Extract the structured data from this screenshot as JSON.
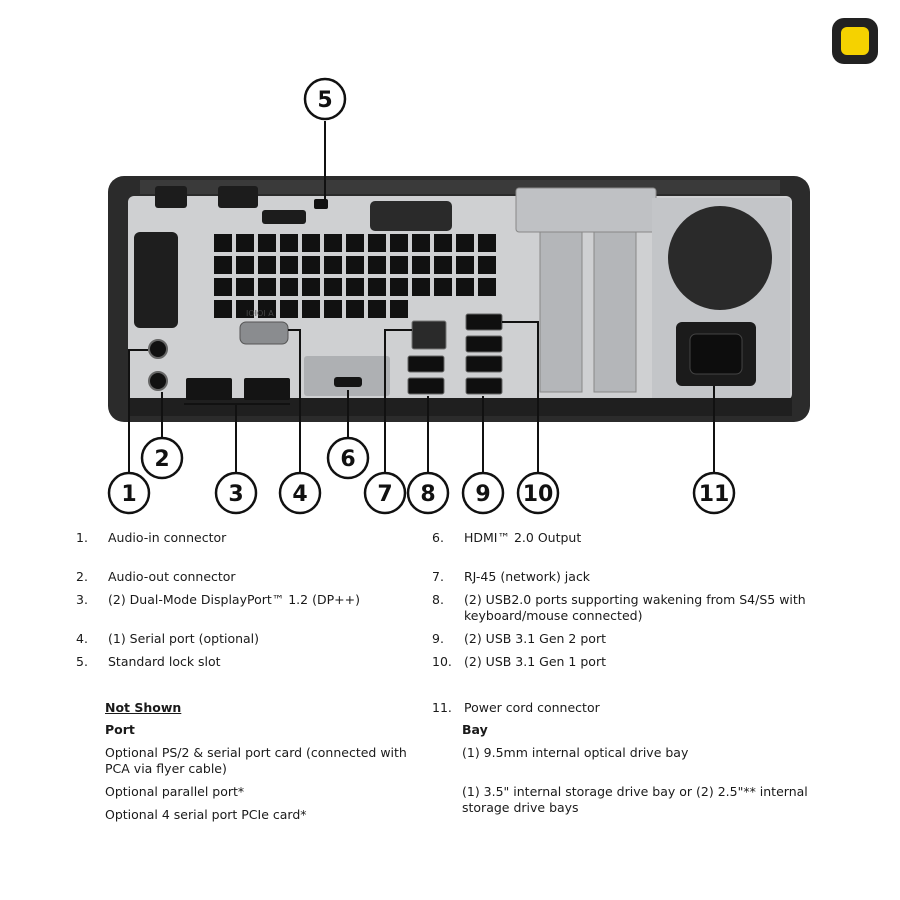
{
  "callouts": [
    {
      "id": "1",
      "label": "1"
    },
    {
      "id": "2",
      "label": "2"
    },
    {
      "id": "3",
      "label": "3"
    },
    {
      "id": "4",
      "label": "4"
    },
    {
      "id": "5",
      "label": "5"
    },
    {
      "id": "6",
      "label": "6"
    },
    {
      "id": "7",
      "label": "7"
    },
    {
      "id": "8",
      "label": "8"
    },
    {
      "id": "9",
      "label": "9"
    },
    {
      "id": "10",
      "label": "10"
    },
    {
      "id": "11",
      "label": "11"
    }
  ],
  "panel_text": {
    "serial_marking": "IOIOI A"
  },
  "left_list": [
    {
      "num": "1.",
      "text": "Audio-in connector"
    },
    {
      "num": "2.",
      "text": "Audio-out connector"
    },
    {
      "num": "3.",
      "text": "(2) Dual-Mode DisplayPort™ 1.2 (DP++)"
    },
    {
      "num": "4.",
      "text": " (1) Serial port (optional)"
    },
    {
      "num": "5.",
      "text": "Standard lock slot"
    }
  ],
  "right_list": [
    {
      "num": "6.",
      "text": "HDMI™ 2.0  Output"
    },
    {
      "num": "7.",
      "text": "RJ-45 (network) jack"
    },
    {
      "num": "8.",
      "text": " (2) USB2.0 ports supporting wakening from S4/S5 with keyboard/mouse connected)"
    },
    {
      "num": "9.",
      "text": " (2) USB 3.1 Gen 2 port"
    },
    {
      "num": "10.",
      "text": "(2) USB 3.1 Gen 1 port"
    },
    {
      "num": "11.",
      "text": "Power cord connector"
    }
  ],
  "not_shown": {
    "title": "Not Shown",
    "port_heading": "Port",
    "items": [
      "Optional PS/2 & serial port card (connected with PCA via flyer cable)",
      "Optional parallel port*",
      "Optional 4 serial port PCIe card*"
    ]
  },
  "bay": {
    "heading": "Bay",
    "items": [
      "(1) 9.5mm internal optical drive bay",
      "(1) 3.5\" internal storage drive bay or (2) 2.5\"** internal storage drive bays"
    ]
  },
  "colors": {
    "chassis": "#2b2b2b",
    "panel": "#cfd0d2",
    "badge": "#f5d200"
  }
}
